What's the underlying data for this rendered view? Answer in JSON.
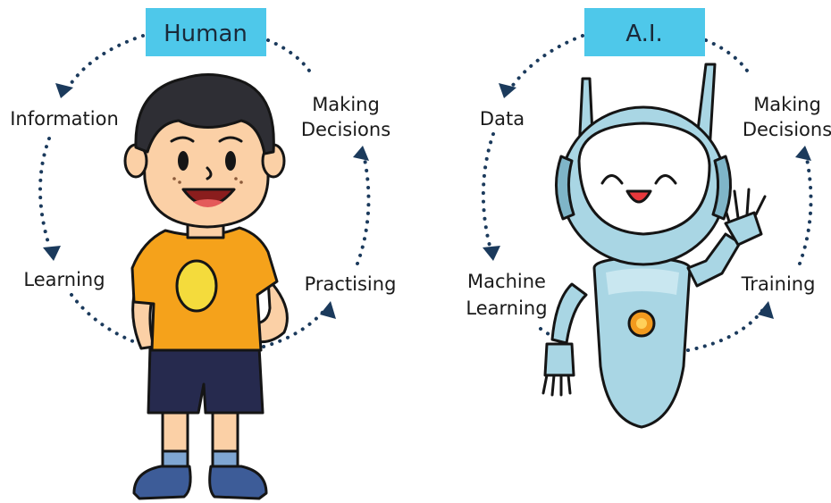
{
  "human": {
    "title": "Human",
    "steps": [
      "Information",
      "Making",
      "Decisions",
      "Learning",
      "Practising"
    ]
  },
  "ai": {
    "title": "A.I.",
    "steps": [
      "Data",
      "Making",
      "Decisions",
      "Machine",
      "Learning",
      "Training"
    ]
  },
  "colors": {
    "title_box": "#4ec8ea",
    "dots": "#1b3a5c",
    "shirt": "#f5a21b",
    "shorts": "#262a4e",
    "robot": "#a9d6e4"
  }
}
